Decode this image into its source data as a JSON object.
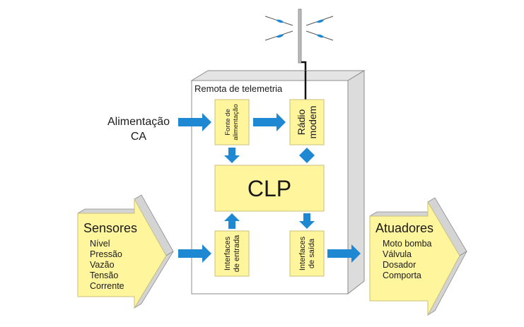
{
  "diagram": {
    "enclosure_title": "Remota de telemetria",
    "input_label": [
      "Alimentação",
      "CA"
    ],
    "blocks": {
      "power_supply": [
        "Fonte de",
        "alimentação"
      ],
      "radio_modem": [
        "Rádio",
        "modem"
      ],
      "plc": "CLP",
      "input_interfaces": [
        "Interfaces",
        "de entrada"
      ],
      "output_interfaces": [
        "Interfaces",
        "de saída"
      ]
    },
    "sensors": {
      "title": "Sensores",
      "items": [
        "Nível",
        "Pressão",
        "Vazão",
        "Tensão",
        "Corrente"
      ]
    },
    "actuators": {
      "title": "Atuadores",
      "items": [
        "Moto bomba",
        "Válvula",
        "Dosador",
        "Comporta"
      ]
    },
    "colors": {
      "block_fill": "#FFF59D",
      "block_stroke": "#C8C07A",
      "arrow": "#1E88D2",
      "enclosure_side": "#DCDCDC",
      "enclosure_stroke": "#8C8C8C",
      "arrow_shape_side": "#D4D4D4"
    }
  }
}
